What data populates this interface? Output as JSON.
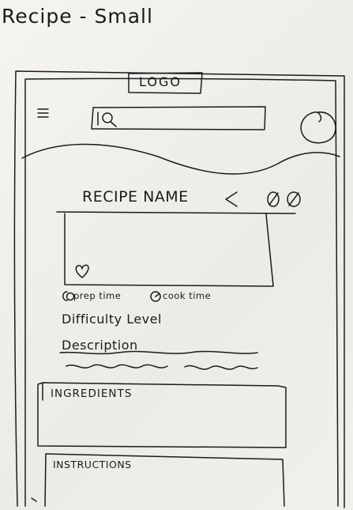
{
  "page": {
    "title": "Recipe - Small"
  },
  "header": {
    "logo": "LOGO"
  },
  "recipe": {
    "name": "RECIPE NAME",
    "prep_time_label": "prep time",
    "cook_time_label": "cook time",
    "difficulty_label": "Difficulty Level",
    "description_label": "Description"
  },
  "sections": {
    "ingredients_label": "INGREDIENTS",
    "instructions_label": "INSTRUCTIONS"
  },
  "icons": {
    "menu": "hamburger-menu-icon",
    "search": "search-icon",
    "profile": "profile-circle-icon",
    "share": "share-icon",
    "view": "binoculars-icon",
    "favorite": "heart-icon",
    "prep": "prep-time-icon",
    "cook": "cook-time-icon"
  }
}
